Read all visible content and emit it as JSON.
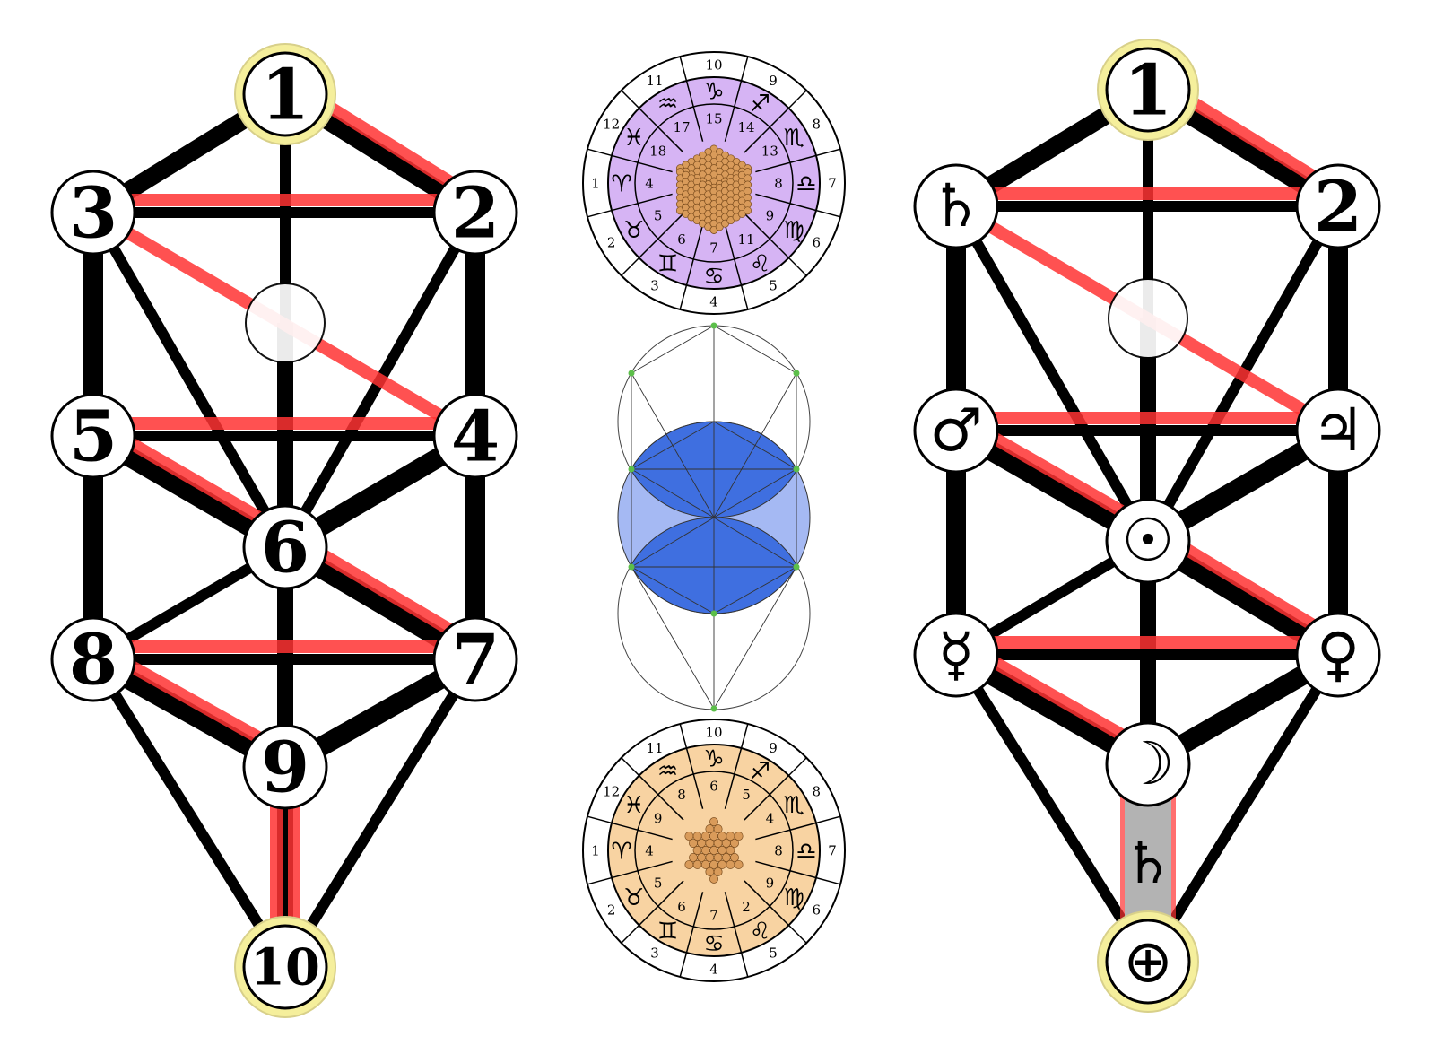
{
  "colors": {
    "path_black": "#000000",
    "path_red": "#ff3333",
    "halo": "#f5ef9c",
    "node_fill": "#ffffff",
    "wheel_purple": "#d6b4f4",
    "wheel_orange": "#f8d3a2",
    "sphere": "#d99b5a",
    "vesica_blue": "#3f6fe0",
    "vesica_light": "#a5b9f3",
    "grey_path": "#b3b3b3"
  },
  "left_tree": {
    "nodes": [
      {
        "id": "1",
        "label": "1",
        "halo": true
      },
      {
        "id": "2",
        "label": "2"
      },
      {
        "id": "3",
        "label": "3"
      },
      {
        "id": "d",
        "label": ""
      },
      {
        "id": "4",
        "label": "4"
      },
      {
        "id": "5",
        "label": "5"
      },
      {
        "id": "6",
        "label": "6"
      },
      {
        "id": "7",
        "label": "7"
      },
      {
        "id": "8",
        "label": "8"
      },
      {
        "id": "9",
        "label": "9"
      },
      {
        "id": "10",
        "label": "10",
        "halo": true
      }
    ]
  },
  "right_tree": {
    "nodes": [
      {
        "id": "1",
        "label": "1",
        "halo": true,
        "icon": "number"
      },
      {
        "id": "2",
        "label": "2",
        "icon": "number"
      },
      {
        "id": "3",
        "label": "♄",
        "icon": "saturn-icon"
      },
      {
        "id": "d",
        "label": "",
        "icon": "empty"
      },
      {
        "id": "4",
        "label": "♃",
        "icon": "jupiter-icon"
      },
      {
        "id": "5",
        "label": "♂",
        "icon": "mars-icon"
      },
      {
        "id": "6",
        "label": "☉",
        "icon": "sun-icon"
      },
      {
        "id": "7",
        "label": "♀",
        "icon": "venus-icon"
      },
      {
        "id": "8",
        "label": "☿",
        "icon": "mercury-icon"
      },
      {
        "id": "9",
        "label": "☽",
        "icon": "moon-icon"
      },
      {
        "id": "10",
        "label": "⊕",
        "halo": true,
        "icon": "earth-icon"
      }
    ],
    "grey_path_label": "♄"
  },
  "top_wheel": {
    "outer_numbers": [
      "10",
      "9",
      "8",
      "7",
      "6",
      "5",
      "4",
      "3",
      "2",
      "1",
      "12",
      "11"
    ],
    "zodiac": [
      "♑",
      "♐",
      "♏",
      "♎",
      "♍",
      "♌",
      "♋",
      "♊",
      "♉",
      "♈",
      "♓",
      "♒"
    ],
    "inner_numbers": [
      "15",
      "14",
      "13",
      "8",
      "9",
      "11",
      "7",
      "6",
      "5",
      "4",
      "18",
      "17"
    ]
  },
  "bottom_wheel": {
    "outer_numbers": [
      "10",
      "9",
      "8",
      "7",
      "6",
      "5",
      "4",
      "3",
      "2",
      "1",
      "12",
      "11"
    ],
    "zodiac": [
      "♑",
      "♐",
      "♏",
      "♎",
      "♍",
      "♌",
      "♋",
      "♊",
      "♉",
      "♈",
      "♓",
      "♒"
    ],
    "inner_numbers": [
      "6",
      "5",
      "4",
      "8",
      "9",
      "2",
      "7",
      "6",
      "5",
      "4",
      "9",
      "8"
    ]
  }
}
